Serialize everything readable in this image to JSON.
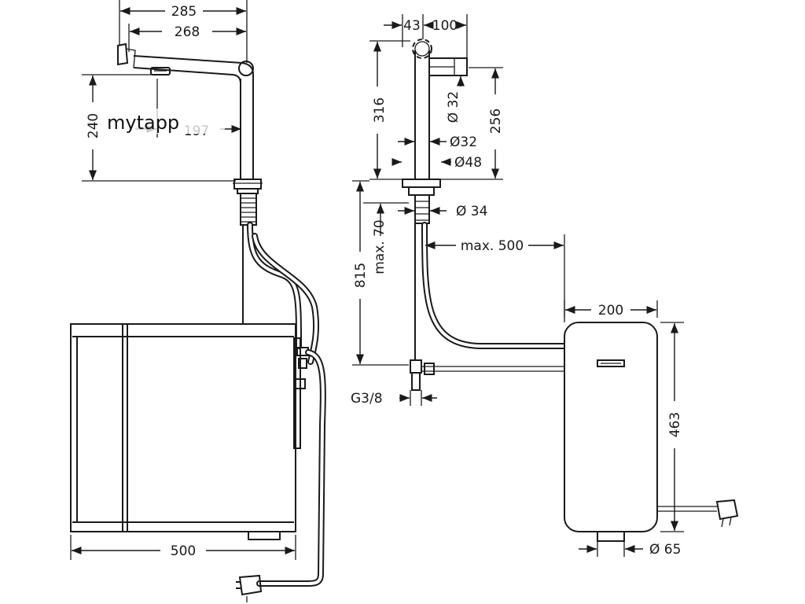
{
  "logo": {
    "text": "mytapp"
  },
  "front_view": {
    "dim_overall_reach": "285",
    "dim_spout_reach": "268",
    "dim_height": "240",
    "dim_inner": "197",
    "dim_box_width": "500"
  },
  "side_view": {
    "dim_top_a": "43",
    "dim_top_b": "100",
    "dim_height": "316",
    "dim_spout_dia": "Ø 32",
    "dim_spout_height": "256",
    "dim_body_dia": "Ø32",
    "dim_base_dia": "Ø48",
    "dim_shank_dia": "Ø 34",
    "dim_max_70": "max. 70",
    "dim_815": "815",
    "dim_max_500": "max. 500",
    "dim_thread": "G3/8",
    "dim_box_width": "200",
    "dim_box_height": "463",
    "dim_outlet_dia": "Ø 65"
  }
}
